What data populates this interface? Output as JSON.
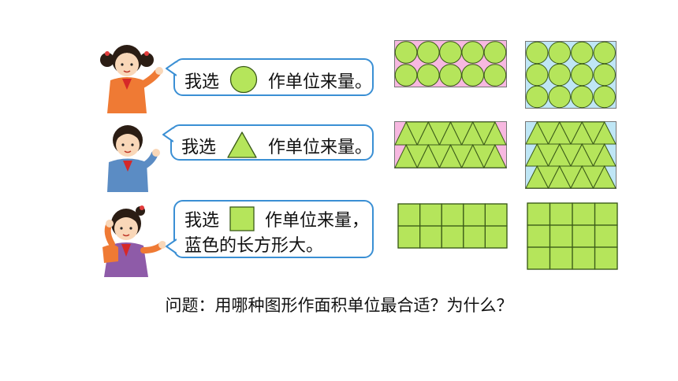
{
  "rows": [
    {
      "speech_prefix": "我选",
      "speech_suffix": "作单位来量。",
      "unit_shape": "circle",
      "pink_rect": {
        "shape": "circle",
        "cols": 5,
        "rows": 2
      },
      "blue_rect": {
        "shape": "circle",
        "cols": 4,
        "rows": 3
      }
    },
    {
      "speech_prefix": "我选",
      "speech_suffix": "作单位来量。",
      "unit_shape": "triangle",
      "pink_rect": {
        "shape": "triangle",
        "cols": 5,
        "rows": 2
      },
      "blue_rect": {
        "shape": "triangle",
        "cols": 4,
        "rows": 3
      }
    },
    {
      "speech_prefix": "我选",
      "speech_suffix": "作单位来量，",
      "speech_line2": "蓝色的长方形大。",
      "unit_shape": "square",
      "pink_rect": {
        "shape": "square",
        "cols": 5,
        "rows": 2
      },
      "blue_rect": {
        "shape": "square",
        "cols": 4,
        "rows": 3
      }
    }
  ],
  "question": "问题：用哪种图形作面积单位最合适？为什么？",
  "colors": {
    "green": "#b5e55b",
    "green_outline": "#3a5a18",
    "pink": "#f7b8e0",
    "blue": "#bfe6f5",
    "bubble_border": "#3a8fd4"
  }
}
